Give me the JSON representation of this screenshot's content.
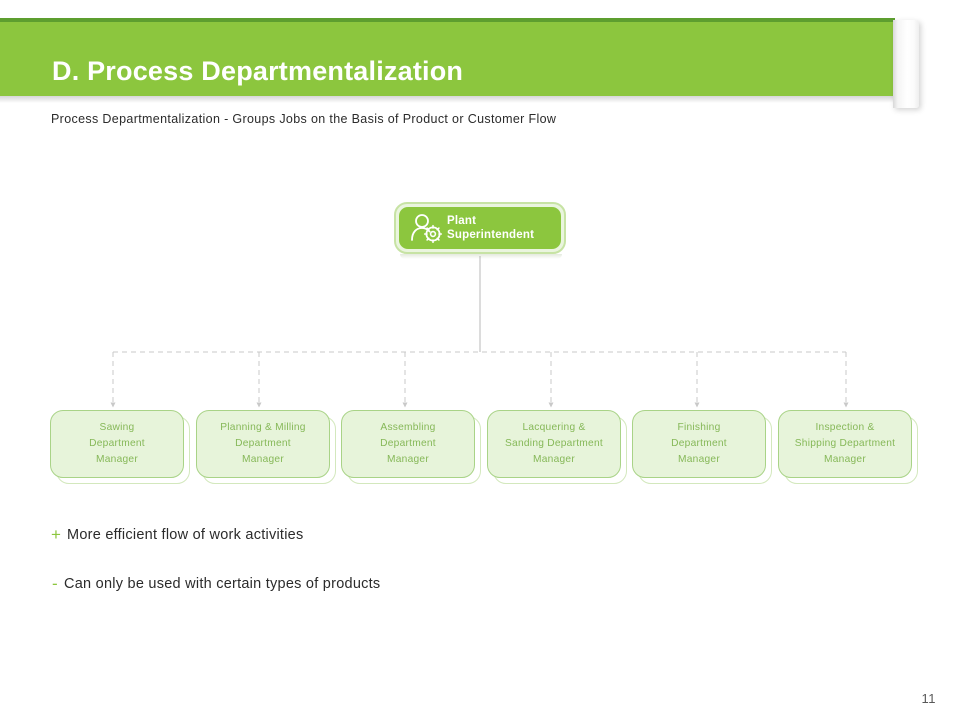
{
  "slide": {
    "title": "D. Process Departmentalization",
    "subtitle": "Process Departmentalization - Groups Jobs on the Basis of Product or Customer Flow",
    "page_number": "11"
  },
  "theme": {
    "header_green": "#8cc63e",
    "header_stripe_green": "#5d9e2f",
    "box_fill": "#e7f4da",
    "box_border": "#a9d387",
    "box_text": "#86b858",
    "body_text": "#2b2b2b",
    "connector_gray": "#c9c9c9"
  },
  "org_chart": {
    "root": {
      "icon": "person-gear-icon",
      "line1": "Plant",
      "line2": "Superintendent"
    },
    "departments": [
      {
        "line1": "Sawing",
        "line2": "Department",
        "line3": "Manager"
      },
      {
        "line1": "Planning & Milling",
        "line2": "Department",
        "line3": "Manager"
      },
      {
        "line1": "Assembling",
        "line2": "Department",
        "line3": "Manager"
      },
      {
        "line1": "Lacquering  &",
        "line2": "Sanding Department",
        "line3": "Manager"
      },
      {
        "line1": "Finishing",
        "line2": "Department",
        "line3": "Manager"
      },
      {
        "line1": "Inspection &",
        "line2": "Shipping Department",
        "line3": "Manager"
      }
    ]
  },
  "bullets": [
    {
      "marker": "+",
      "text": "More efficient flow of work activities"
    },
    {
      "marker": "-",
      "text": "Can only be used with certain types of products"
    }
  ]
}
